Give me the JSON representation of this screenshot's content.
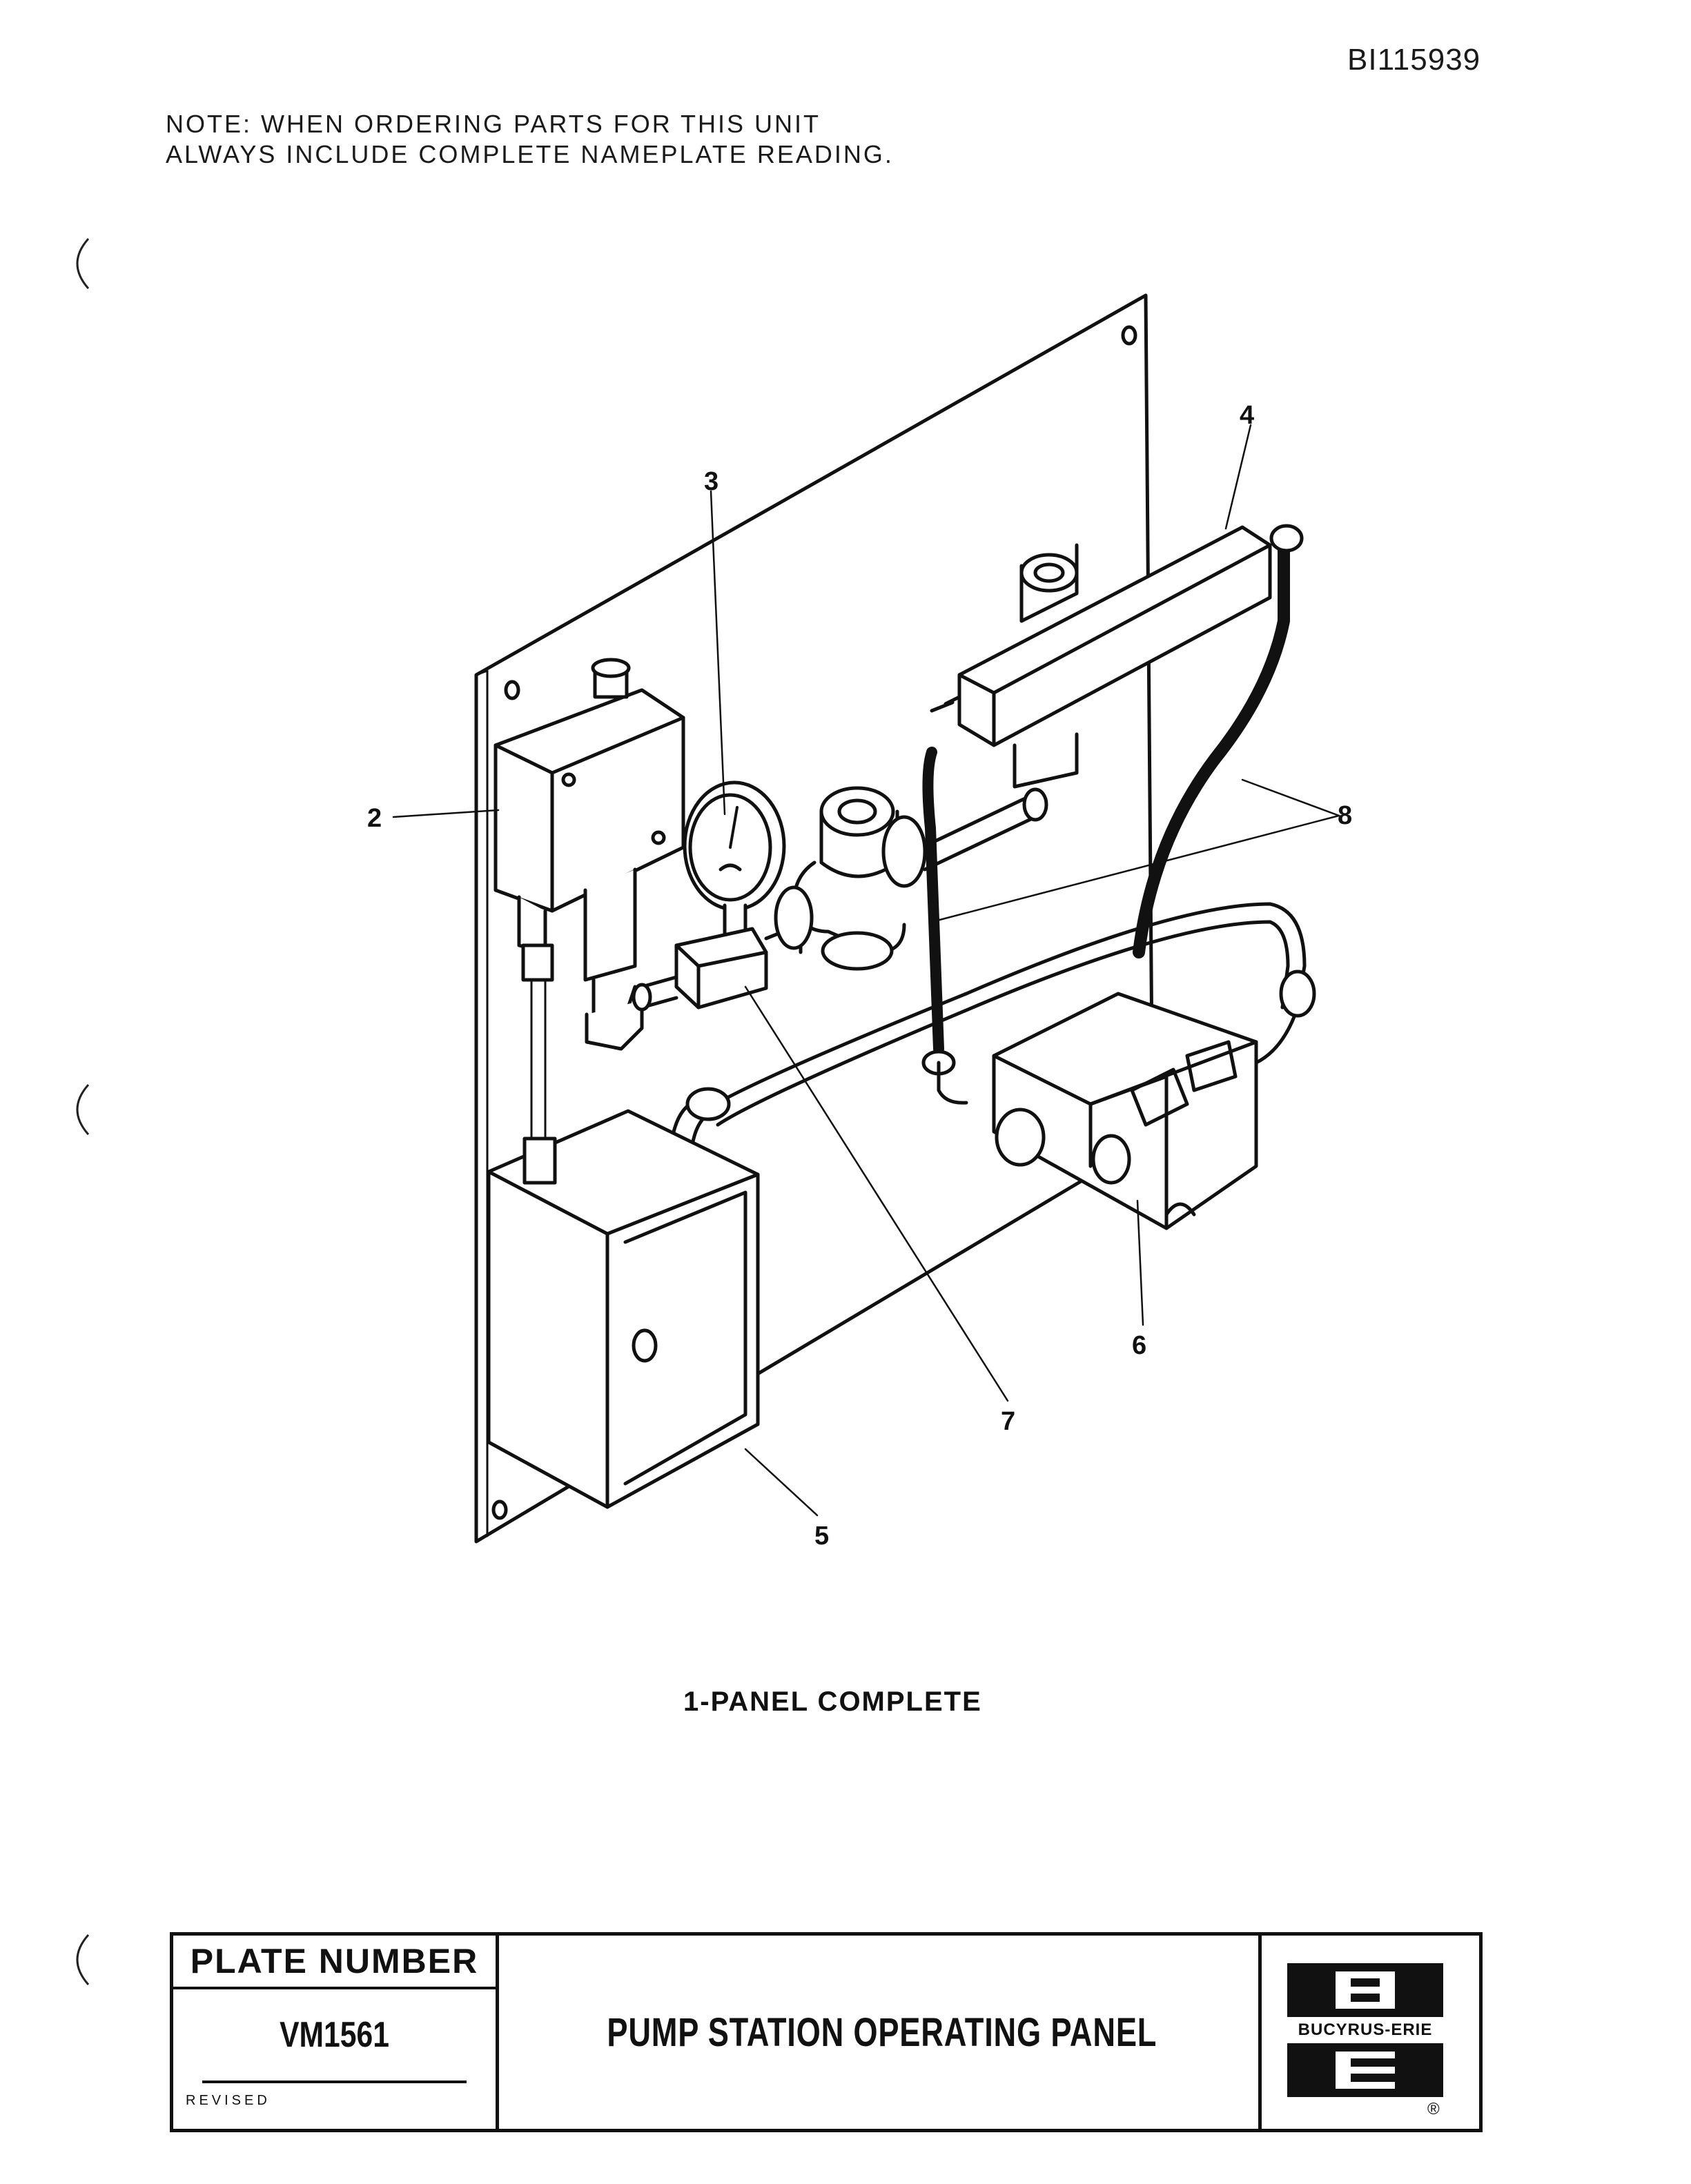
{
  "document_id": "BI115939",
  "note": {
    "line1": "NOTE:  WHEN ORDERING PARTS FOR THIS UNIT",
    "line2": "ALWAYS INCLUDE COMPLETE NAMEPLATE READING."
  },
  "callouts": [
    "2",
    "3",
    "4",
    "5",
    "6",
    "7",
    "8"
  ],
  "caption": "1-PANEL  COMPLETE",
  "title_block": {
    "plate_number_label": "PLATE NUMBER",
    "plate_number": "VM1561",
    "revised_label": "REVISED",
    "title": "PUMP STATION OPERATING PANEL",
    "company": "BUCYRUS-ERIE",
    "logo_top_letter": "B",
    "logo_bottom_letter": "E",
    "registered_mark": "®"
  }
}
